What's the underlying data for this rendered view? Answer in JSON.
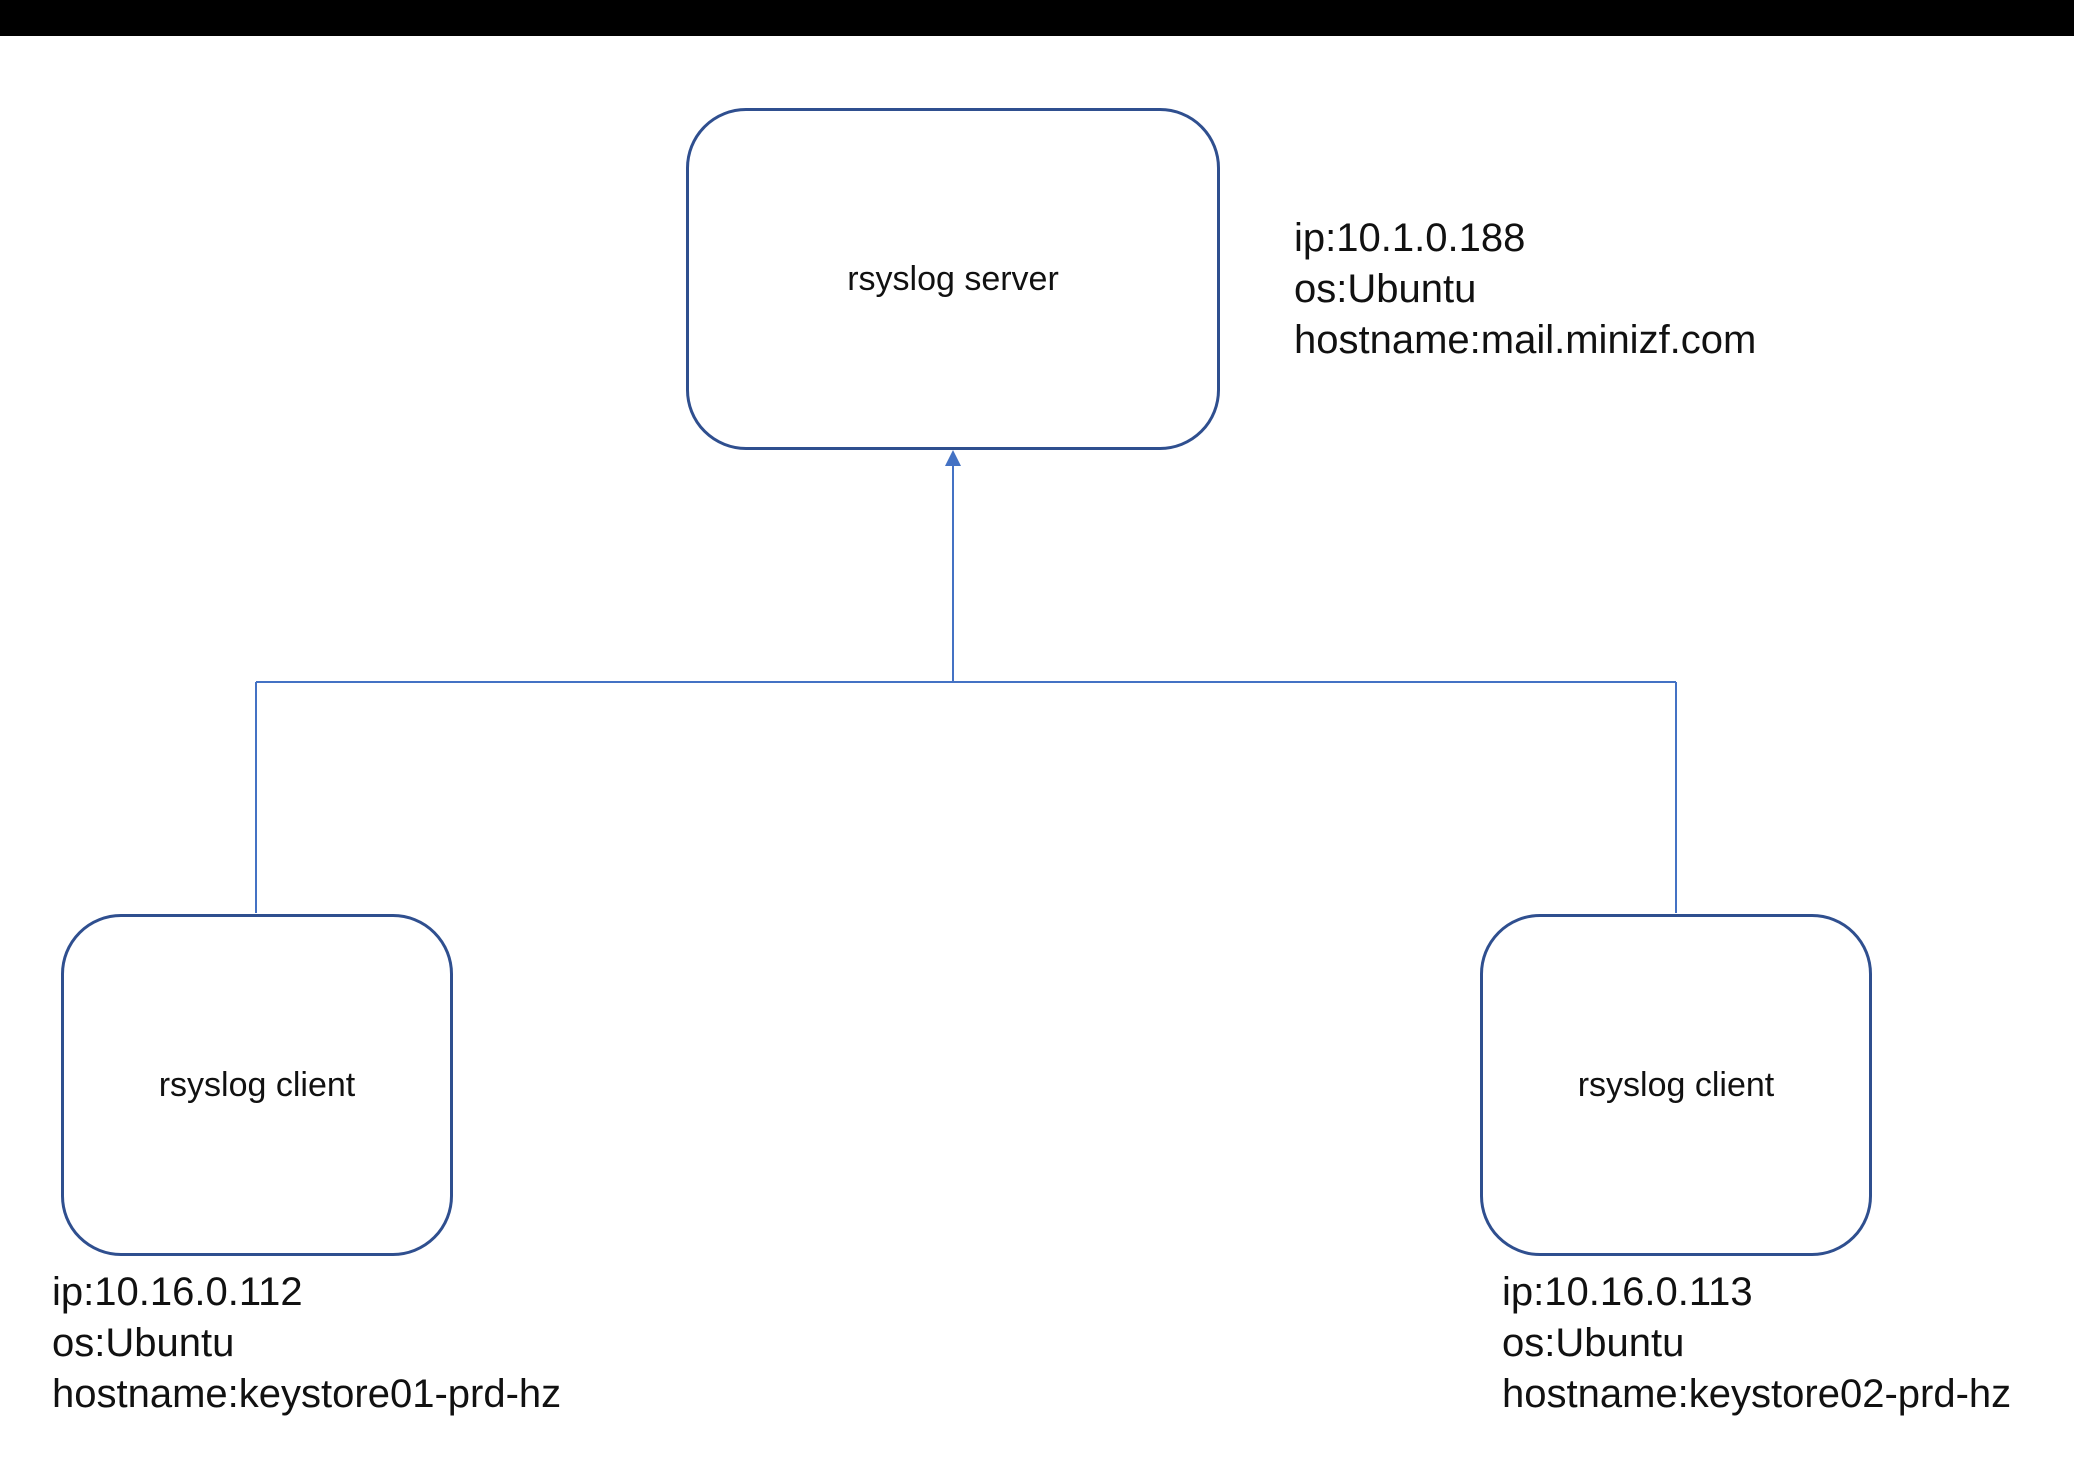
{
  "colors": {
    "node_border": "#2f4f8f",
    "connector": "#4472c4",
    "top_bar": "#000000"
  },
  "server": {
    "label": "rsyslog server",
    "ip": "ip:10.1.0.188",
    "os": "os:Ubuntu",
    "hostname": "hostname:mail.minizf.com"
  },
  "clients": [
    {
      "label": "rsyslog client",
      "ip": "ip:10.16.0.112",
      "os": "os:Ubuntu",
      "hostname": "hostname:keystore01-prd-hz"
    },
    {
      "label": "rsyslog client",
      "ip": "ip:10.16.0.113",
      "os": "os:Ubuntu",
      "hostname": "hostname:keystore02-prd-hz"
    }
  ]
}
